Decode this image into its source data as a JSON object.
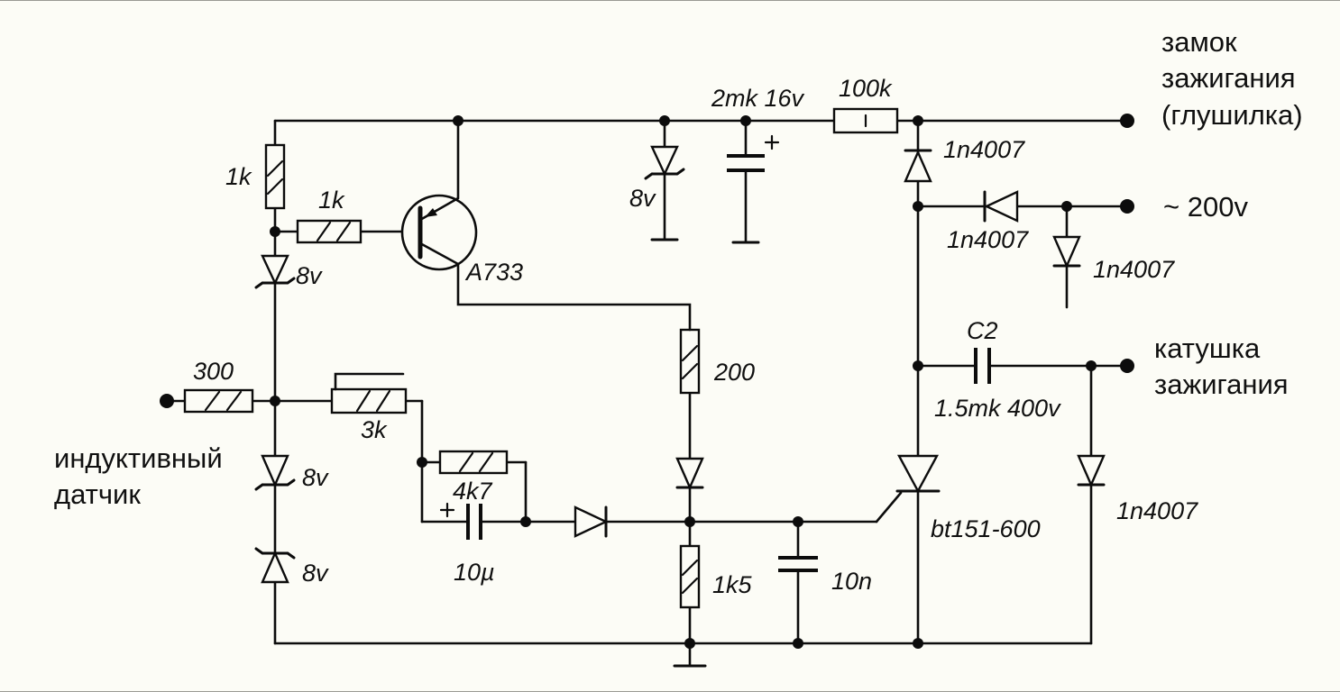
{
  "colors": {
    "background": "#fcfcf6",
    "ink": "#0c0c0c"
  },
  "labels": {
    "r_1k_vertical": "1k",
    "r_1k_base": "1k",
    "transistor": "A733",
    "zener_top_left": "8v",
    "zener_rail": "8v",
    "cap_filter": "2mk 16v",
    "r_100k": "100k",
    "d_rail": "1n4007",
    "d_ac_line": "1n4007",
    "d_ac_stub": "1n4007",
    "cap_c2_name": "C2",
    "cap_c2_value": "1.5mk 400v",
    "r_300": "300",
    "r_3k": "3k",
    "r_4k7": "4k7",
    "cap_10u": "10µ",
    "r_200": "200",
    "r_1k5": "1k5",
    "cap_10n": "10n",
    "thyristor": "bt151-600",
    "d_coil": "1n4007",
    "zener_sensor_upper": "8v",
    "zener_sensor_lower": "8v"
  },
  "terminals": {
    "ignition_lock": "замок\nзажигания\n(глушилка)",
    "ac_200v": "~ 200v",
    "ignition_coil": "катушка\nзажигания",
    "inductive_sensor": "индуктивный\nдатчик"
  }
}
